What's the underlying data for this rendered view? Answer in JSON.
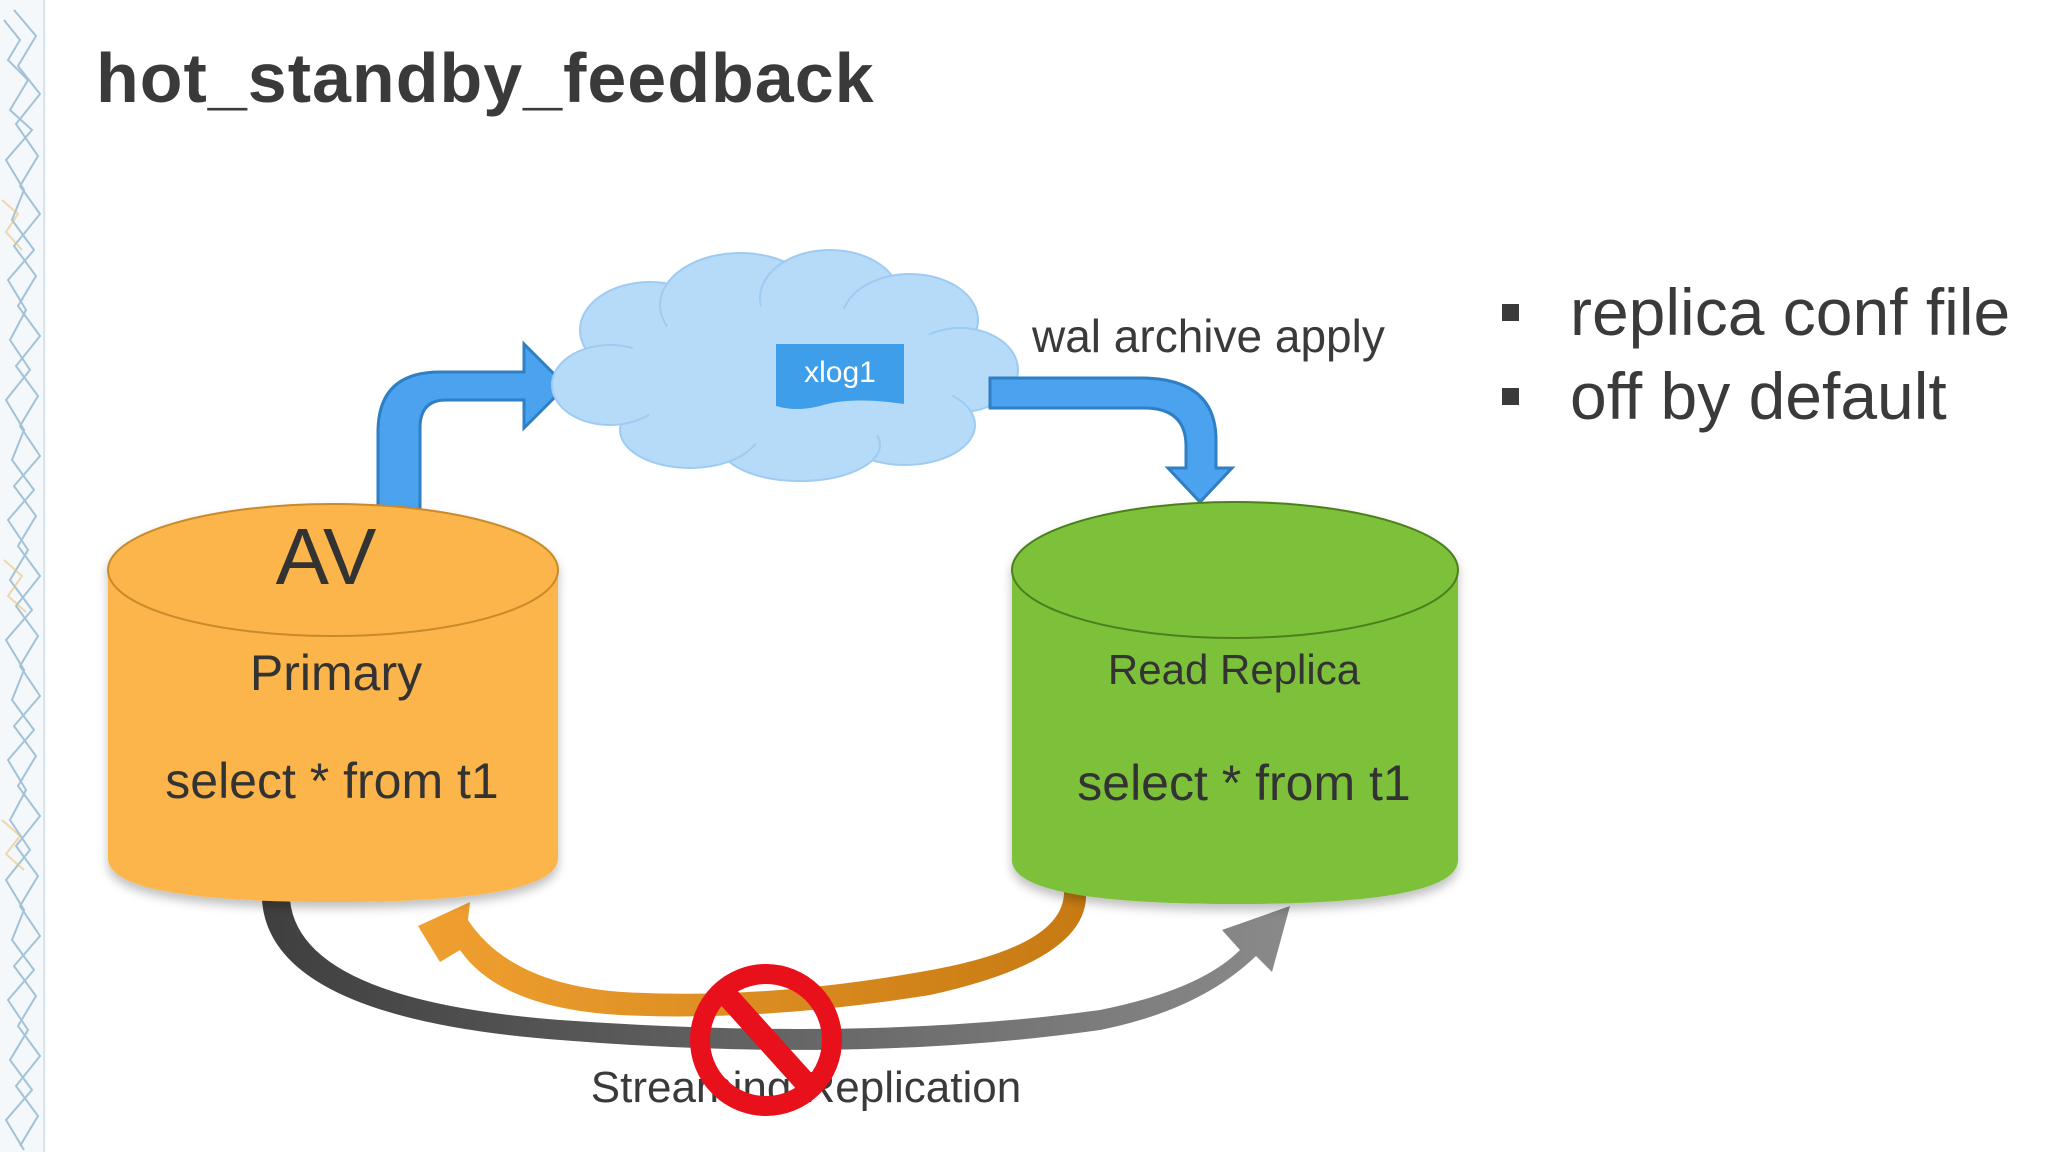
{
  "slide": {
    "title": "hot_standby_feedback",
    "bullets": [
      "replica conf file",
      "off by default"
    ]
  },
  "diagram": {
    "primary": {
      "badge": "AV",
      "label": "Primary",
      "query": "select * from t1",
      "color": "#FBB54C"
    },
    "replica": {
      "label": "Read Replica",
      "query": "select * from t1",
      "color": "#7DC13A"
    },
    "cloud": {
      "tag": "xlog1",
      "cloud_color": "#B6DBF8",
      "tag_color": "#3F9EEA"
    },
    "wal_label": "wal archive apply",
    "streaming_label": "Streaming Replication",
    "colors": {
      "flow_arrow": "#4BA3EF",
      "feedback_arrow": "#E0901A",
      "streaming_arrow": "#5A5A5A",
      "prohibited": "#E8101A"
    }
  }
}
